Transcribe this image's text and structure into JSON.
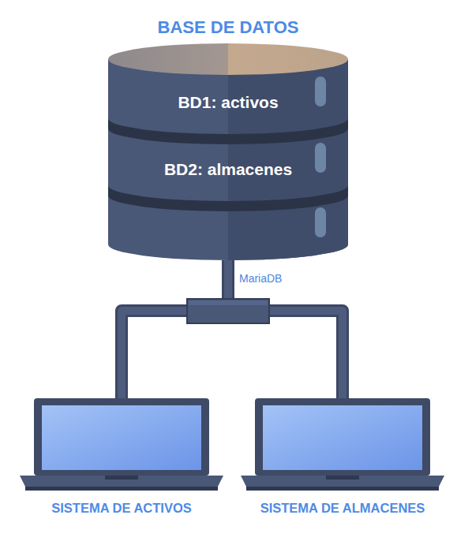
{
  "diagram": {
    "nodes": [
      {
        "text": [
          "BASE DE DATOS"
        ]
      },
      {
        "text": [
          "BD1: activos"
        ],
        "in": 0
      },
      {
        "text": [
          "BD2: almacenes"
        ],
        "in": 0
      },
      {
        "text": [
          "SISTEMA DE ACTIVOS"
        ]
      },
      {
        "text": [
          "SISTEMA DE ALMACENES"
        ]
      }
    ],
    "edges": [
      {
        "from": 0,
        "to": 3,
        "arrow": "none"
      },
      {
        "from": 0,
        "to": 4,
        "arrow": "none"
      }
    ],
    "labels": [
      "MariaDB"
    ]
  }
}
